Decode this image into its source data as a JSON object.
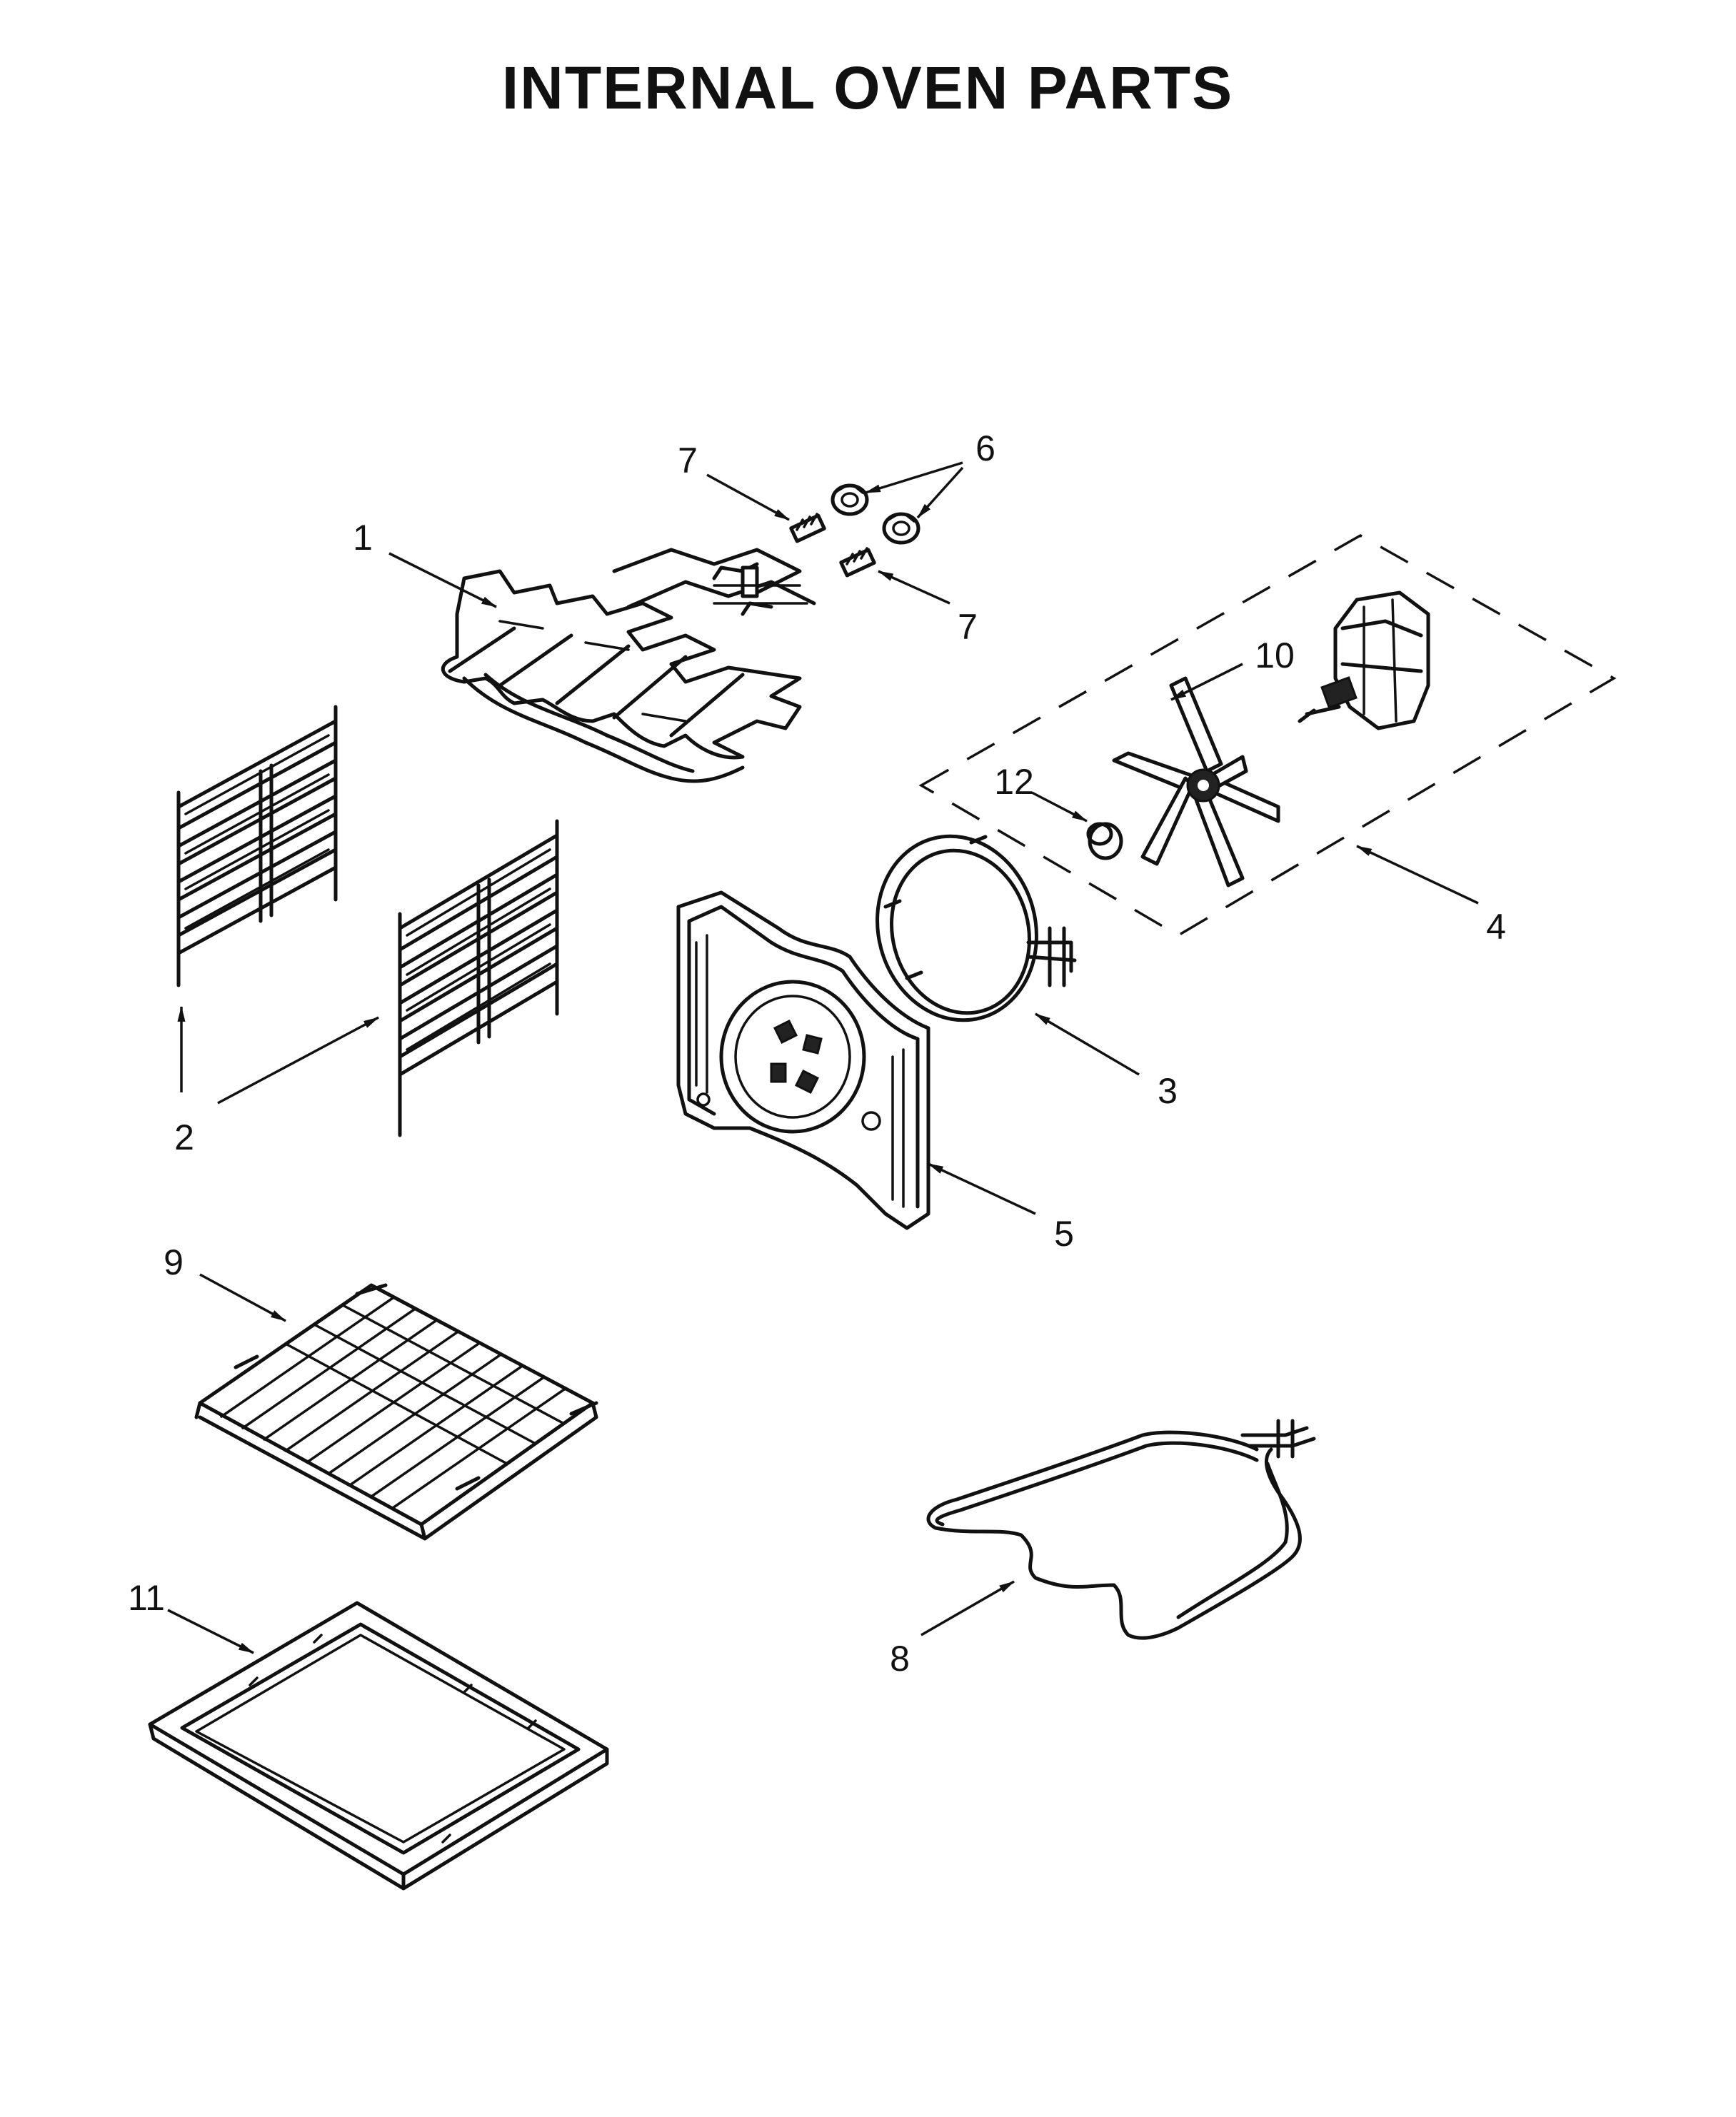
{
  "title": "INTERNAL OVEN PARTS",
  "callouts": {
    "c1": "1",
    "c2": "2",
    "c3": "3",
    "c4": "4",
    "c5": "5",
    "c6": "6",
    "c7a": "7",
    "c7b": "7",
    "c8": "8",
    "c9": "9",
    "c10": "10",
    "c11": "11",
    "c12": "12"
  }
}
